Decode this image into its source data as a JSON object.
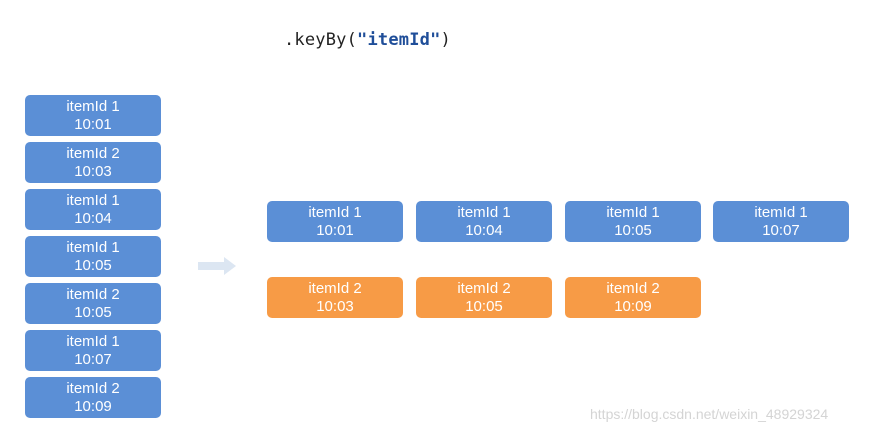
{
  "title": {
    "prefix": ".keyBy(",
    "arg": "\"itemId\"",
    "suffix": ")"
  },
  "input_events": [
    {
      "item": "itemId 1",
      "time": "10:01"
    },
    {
      "item": "itemId 2",
      "time": "10:03"
    },
    {
      "item": "itemId 1",
      "time": "10:04"
    },
    {
      "item": "itemId 1",
      "time": "10:05"
    },
    {
      "item": "itemId 2",
      "time": "10:05"
    },
    {
      "item": "itemId 1",
      "time": "10:07"
    },
    {
      "item": "itemId 2",
      "time": "10:09"
    }
  ],
  "partitions": [
    {
      "color": "#5b8fd6",
      "events": [
        {
          "item": "itemId 1",
          "time": "10:01"
        },
        {
          "item": "itemId 1",
          "time": "10:04"
        },
        {
          "item": "itemId 1",
          "time": "10:05"
        },
        {
          "item": "itemId 1",
          "time": "10:07"
        }
      ]
    },
    {
      "color": "#f79b46",
      "events": [
        {
          "item": "itemId 2",
          "time": "10:03"
        },
        {
          "item": "itemId 2",
          "time": "10:05"
        },
        {
          "item": "itemId 2",
          "time": "10:09"
        }
      ]
    }
  ],
  "colors": {
    "blue": "#5b8fd6",
    "orange": "#f79b46",
    "arrow": "#dce6f2"
  },
  "watermark": "https://blog.csdn.net/weixin_48929324"
}
